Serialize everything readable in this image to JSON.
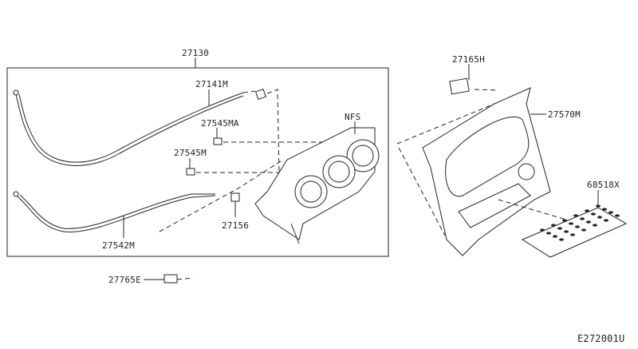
{
  "diagram": {
    "labels": {
      "assembly": "27130",
      "cable_upper": "27141M",
      "clip_a": "27545MA",
      "clip_b": "27545M",
      "nfs": "NFS",
      "cable_lower": "27542M",
      "clamp": "27156",
      "connector": "27765E",
      "switch": "27165H",
      "finisher": "27570M",
      "mat": "68518X"
    },
    "figure_code": "E272001U"
  }
}
